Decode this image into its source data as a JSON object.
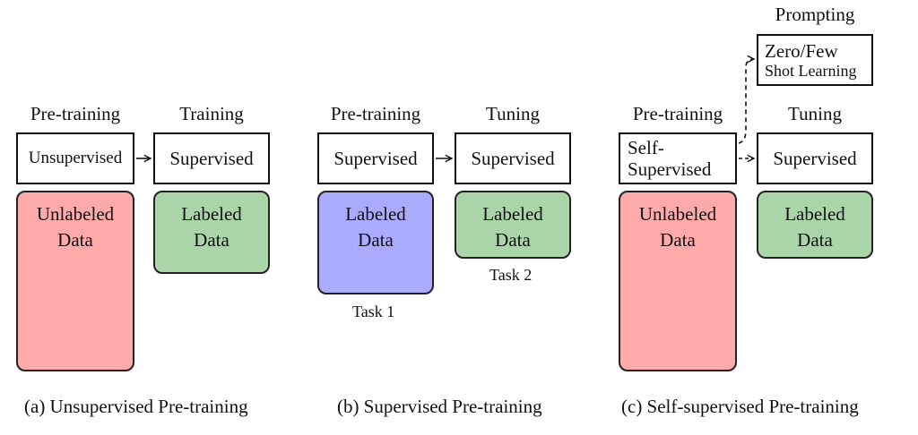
{
  "panel_a": {
    "stage1_label": "Pre-training",
    "stage2_label": "Training",
    "box1": "Unsupervised",
    "box2": "Supervised",
    "data1": [
      "Unlabeled",
      "Data"
    ],
    "data2": [
      "Labeled",
      "Data"
    ],
    "caption": "(a) Unsupervised Pre-training"
  },
  "panel_b": {
    "stage1_label": "Pre-training",
    "stage2_label": "Tuning",
    "box1": "Supervised",
    "box2": "Supervised",
    "data1": [
      "Labeled",
      "Data"
    ],
    "data2": [
      "Labeled",
      "Data"
    ],
    "task1": "Task 1",
    "task2": "Task 2",
    "caption": "(b) Supervised Pre-training"
  },
  "panel_c": {
    "stage1_label": "Pre-training",
    "stage2_label": "Tuning",
    "box1": [
      "Self-",
      "Supervised"
    ],
    "box2": "Supervised",
    "data1": [
      "Unlabeled",
      "Data"
    ],
    "data2": [
      "Labeled",
      "Data"
    ],
    "prompt_label": "Prompting",
    "prompt_box": [
      "Zero/Few",
      "Shot Learning"
    ],
    "caption": "(c) Self-supervised Pre-training"
  },
  "colors": {
    "unlabeled": "#ffaaaa",
    "labeled": "#a9d5a8",
    "labeled_task1": "#aaaaff"
  }
}
